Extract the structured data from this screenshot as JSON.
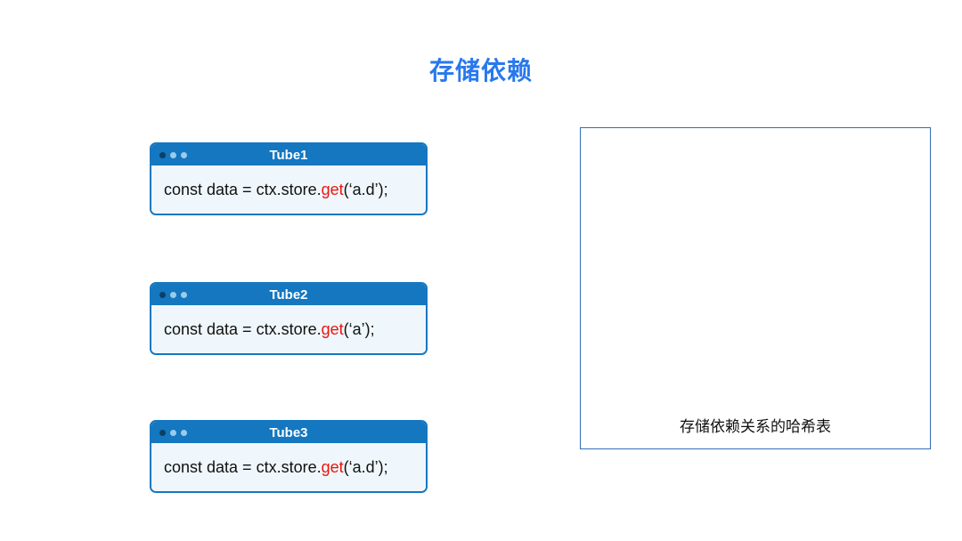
{
  "title": "存储依赖",
  "windows": [
    {
      "name": "Tube1",
      "code_pre": "const data = ctx.store.",
      "code_highlight": "get",
      "code_post": "(‘a.d’);"
    },
    {
      "name": "Tube2",
      "code_pre": "const data = ctx.store.",
      "code_highlight": "get",
      "code_post": "(‘a’);"
    },
    {
      "name": "Tube3",
      "code_pre": "const data = ctx.store.",
      "code_highlight": "get",
      "code_post": "(‘a.d’);"
    }
  ],
  "hash_panel": {
    "label": "存储依赖关系的哈希表"
  },
  "colors": {
    "title_blue": "#2878ee",
    "window_blue": "#1477c0",
    "highlight_red": "#e9150d",
    "panel_border_blue": "#2f6eb4"
  }
}
